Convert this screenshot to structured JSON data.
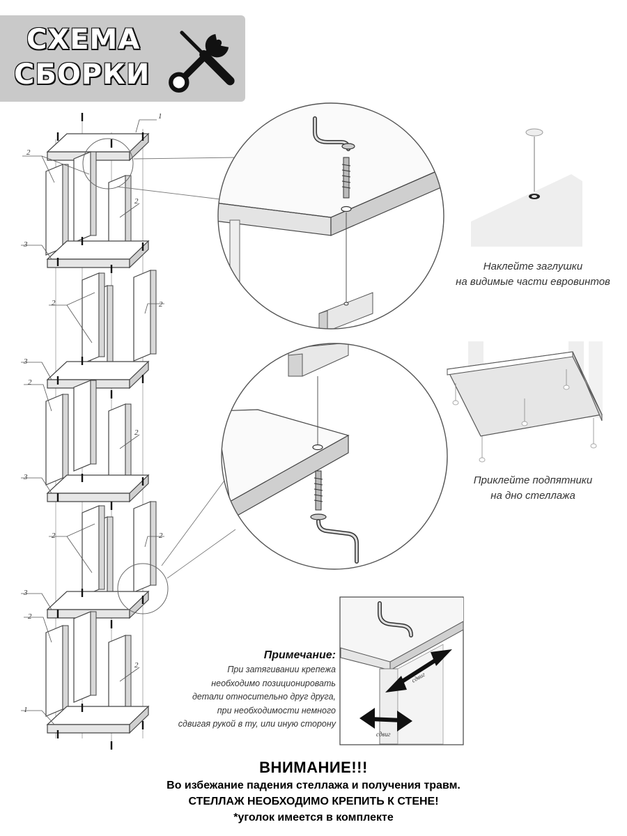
{
  "header": {
    "title_line_1": "СХЕМА",
    "title_line_2": "СБОРКИ",
    "tools_icon": "wrench-screwdriver-icon",
    "background_color": "#c9c9c9"
  },
  "part_labels": {
    "top_shelf": "1",
    "side_panel": "2",
    "middle_shelf": "3",
    "bottom_shelf": "1"
  },
  "captions": {
    "caps_line_1": "Наклейте заглушки",
    "caps_line_2": "на видимые части евровинтов",
    "feet_line_1": "Приклейте подпятники",
    "feet_line_2": "на дно стеллажа"
  },
  "note": {
    "title": "Примечание:",
    "lines": [
      "При затягивании крепежа",
      "необходимо позиционировать",
      "детали относительно друг друга,",
      "при необходимости немного",
      "сдвигая рукой в ту, или иную сторону"
    ]
  },
  "shift_labels": {
    "upper": "сдвиг",
    "lower": "сдвиг"
  },
  "warning": {
    "title": "ВНИМАНИЕ!!!",
    "lines": [
      "Во избежание падения стеллажа и получения травм.",
      "СТЕЛЛАЖ НЕОБХОДИМО КРЕПИТЬ К СТЕНЕ!",
      "*уголок имеется в комплекте"
    ]
  }
}
